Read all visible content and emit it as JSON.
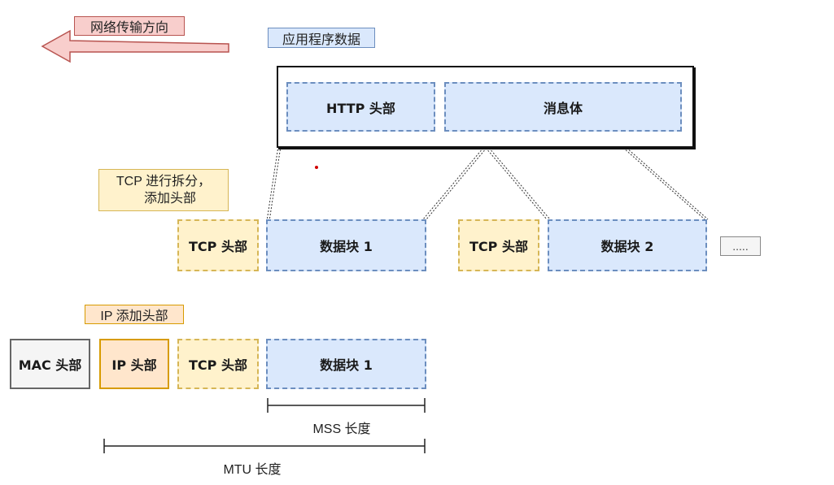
{
  "labels": {
    "direction": "网络传输方向",
    "app_data": "应用程序数据",
    "tcp_split": "TCP 进行拆分，",
    "tcp_split_2": "添加头部",
    "ip_add": "IP 添加头部"
  },
  "app_layer": {
    "http_header": "HTTP 头部",
    "body": "消息体"
  },
  "tcp_layer": {
    "tcp_header_1": "TCP 头部",
    "chunk_1": "数据块 1",
    "tcp_header_2": "TCP 头部",
    "chunk_2": "数据块 2",
    "ellipsis": "....."
  },
  "ip_layer": {
    "mac_header": "MAC 头部",
    "ip_header": "IP 头部",
    "tcp_header": "TCP 头部",
    "chunk": "数据块 1"
  },
  "dimensions": {
    "mss": "MSS 长度",
    "mtu": "MTU 长度"
  },
  "colors": {
    "data_fill": "#dae8fc",
    "data_stroke": "#6c8ebf",
    "tcp_fill": "#fff2cc",
    "tcp_stroke": "#d6b656",
    "ip_fill": "#ffe6cc",
    "ip_stroke": "#d79b00",
    "mac_fill": "#f5f5f5",
    "arrow_fill": "#f8cecc",
    "arrow_stroke": "#b85450"
  }
}
